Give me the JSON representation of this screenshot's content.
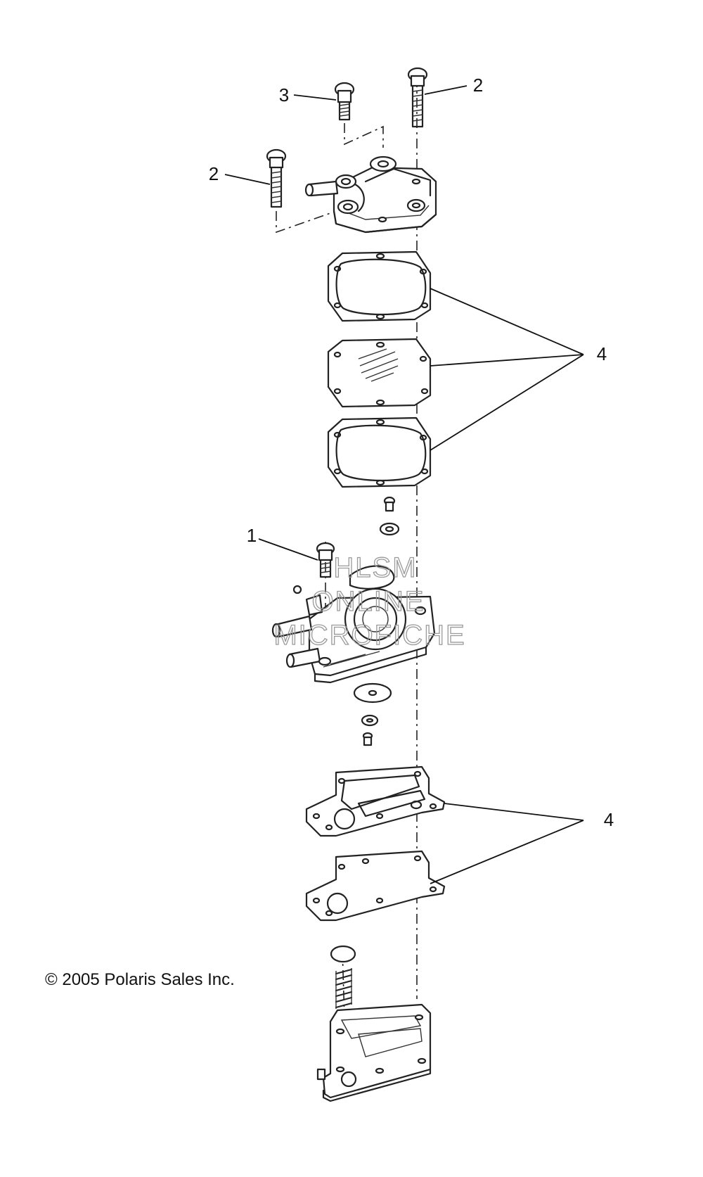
{
  "callouts": [
    {
      "label": "1"
    },
    {
      "label": "2"
    },
    {
      "label": "2"
    },
    {
      "label": "3"
    },
    {
      "label": "4"
    },
    {
      "label": "4"
    }
  ],
  "watermark": {
    "line1": "HLSM",
    "line2": "ONLINE",
    "line3": "MICROFICHE"
  },
  "copyright": "© 2005 Polaris Sales Inc."
}
